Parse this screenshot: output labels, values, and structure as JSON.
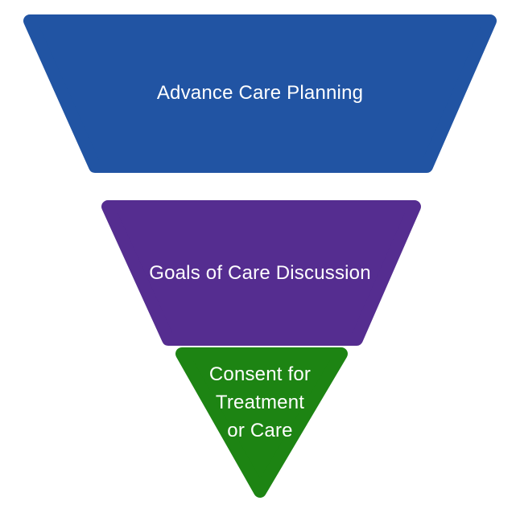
{
  "diagram": {
    "background_color": "#ffffff",
    "text_color": "#ffffff",
    "segments": [
      {
        "label": "Advance Care Planning",
        "color": "#2154A3"
      },
      {
        "label": "Goals of Care Discussion",
        "color": "#552D90"
      },
      {
        "label": "Consent for Treatment or Care",
        "lines": [
          "Consent for",
          "Treatment",
          "or Care"
        ],
        "color": "#1D8413"
      }
    ]
  }
}
